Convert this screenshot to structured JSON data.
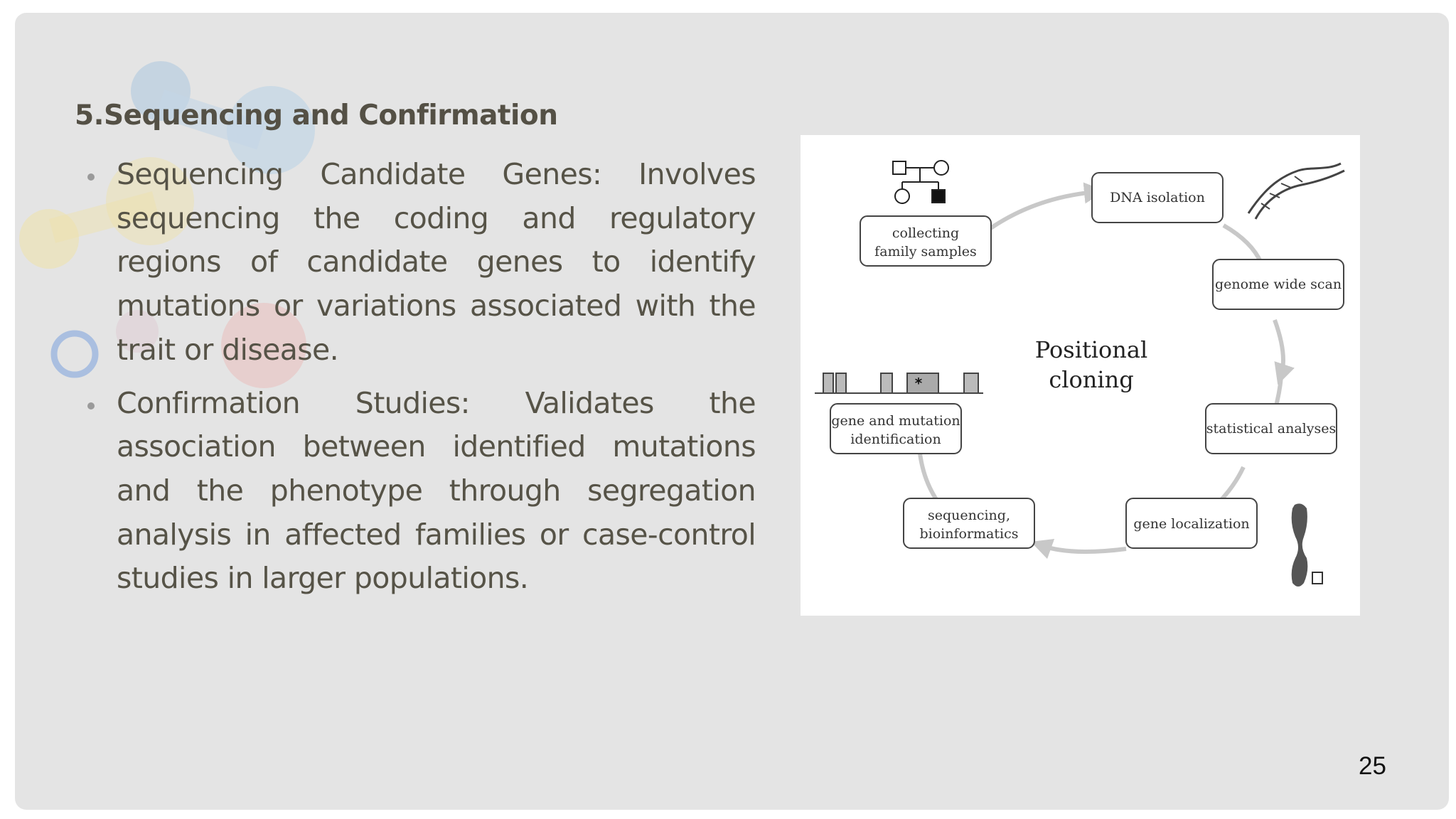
{
  "slide": {
    "heading": "5.Sequencing and Confirmation",
    "page_number": "25",
    "bullets": [
      {
        "text": "Sequencing Candidate Genes: Involves sequencing the coding and regulatory regions of candidate genes to identify mutations or variations associated with the trait or disease."
      },
      {
        "text": "Confirmation Studies: Validates the association between identified mutations and the phenotype through segregation analysis in affected families or case-control studies in larger populations."
      }
    ]
  },
  "diagram": {
    "center_title_line1": "Positional",
    "center_title_line2": "cloning",
    "nodes": {
      "collecting": [
        "collecting",
        "family samples"
      ],
      "dna_isolation": [
        "DNA isolation"
      ],
      "genome_scan": [
        "genome wide scan"
      ],
      "statistical": [
        "statistical analyses"
      ],
      "gene_localization": [
        "gene localization"
      ],
      "sequencing": [
        "sequencing,",
        "bioinformatics"
      ],
      "mutation": [
        "gene and mutation",
        "identification"
      ]
    },
    "mutation_mark": "*"
  },
  "colors": {
    "background": "#e4e4e4",
    "heading": "#545045",
    "body_text": "#565347",
    "bullet_dot": "#9a9a9a",
    "cycle_arrow": "#c8c8c8"
  }
}
